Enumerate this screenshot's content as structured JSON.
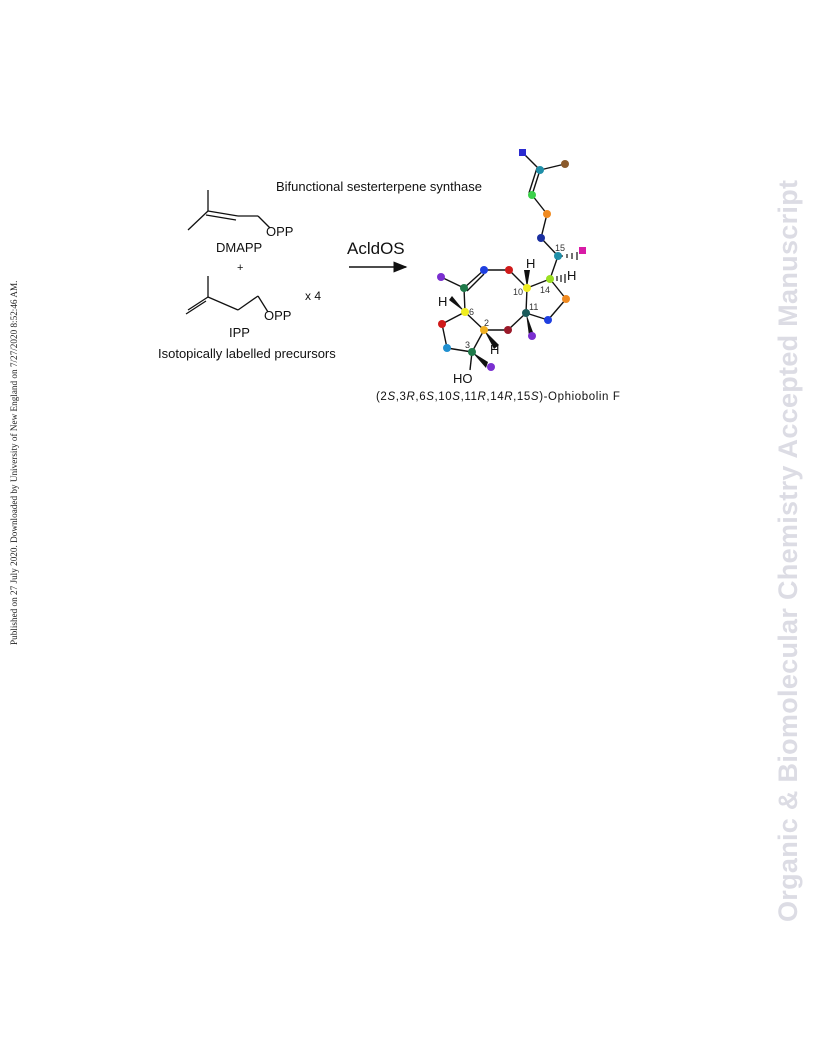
{
  "sidebar": {
    "published_note": "Published on 27 July 2020. Downloaded by University of New England on 7/27/2020 8:52:46 AM."
  },
  "watermark": {
    "journal": "Organic & Biomolecular Chemistry Accepted Manuscript"
  },
  "scheme": {
    "heading": "Bifunctional sesterterpene synthase",
    "enzyme": "AcldOS",
    "dmapp": {
      "opp": "OPP",
      "name": "DMAPP"
    },
    "plus": "+",
    "ipp": {
      "opp": "OPP",
      "name": "IPP",
      "multiplier": "x 4"
    },
    "precursors_note": "Isotopically labelled precursors",
    "product": {
      "name_parts": [
        "(2",
        "S",
        ",3",
        "R",
        ",6",
        "S",
        ",10",
        "S",
        ",11",
        "R",
        ",14",
        "R",
        ",15",
        "S",
        ")-Ophiobolin F"
      ],
      "hydroxyl": "HO",
      "h_label": "H",
      "numbers": [
        "15",
        "10",
        "14",
        "11",
        "6",
        "2",
        "3"
      ]
    },
    "label_colors": {
      "dark_blue": "#2b2bd0",
      "teal": "#1f8fa8",
      "brown": "#8a5a2b",
      "green": "#3bd14a",
      "orange": "#f08a20",
      "navy": "#1a2fa0",
      "magenta": "#d81ba6",
      "purple": "#7a2fd0",
      "dark_green": "#1f7a4a",
      "blue": "#1f3fe0",
      "red": "#d01a1a",
      "yellow": "#f0ee20",
      "lime": "#9be020",
      "dark_teal": "#1a5a5a",
      "gold": "#f0b020",
      "maroon": "#9a1a2a",
      "sky": "#2090d0"
    }
  }
}
